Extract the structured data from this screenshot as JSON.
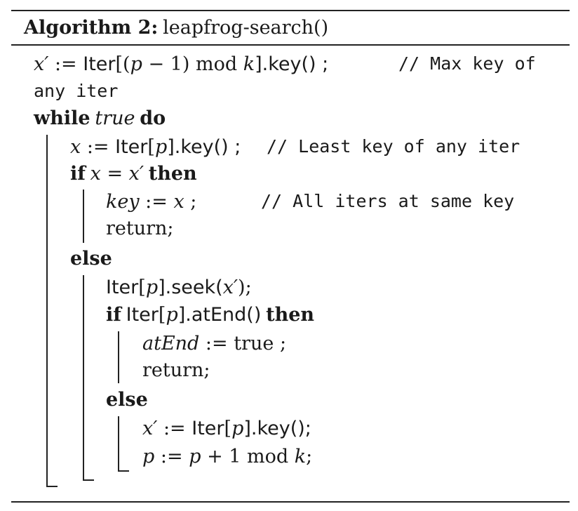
{
  "algorithm": {
    "label": "Algorithm 2:",
    "name": "leapfrog-search()"
  },
  "lines": {
    "l1_code": {
      "x": "x′",
      "assign": " := ",
      "iter": "Iter",
      "b1": "[(",
      "p": "p",
      "rest1": " − 1)  mod ",
      "k": "k",
      "rest2": "].key() ;"
    },
    "l1_comment": "// Max key of",
    "l2_comment": "any iter",
    "l3": {
      "while": "while",
      "true": "true",
      "do": "do"
    },
    "l4_code": {
      "x": "x",
      "assign": " := ",
      "iter": "Iter",
      "b1": "[",
      "p": "p",
      "rest": "].key() ;"
    },
    "l4_comment": "// Least key of any iter",
    "l5": {
      "if": "if",
      "cond_x": "x",
      "eq": " = ",
      "cond_x2": "x′",
      "then": "then"
    },
    "l6_code": {
      "key": "key",
      "assign": " := ",
      "x": "x",
      "semi": " ;"
    },
    "l6_comment": "// All iters at same key",
    "l7": "return;",
    "l8": "else",
    "l9": {
      "iter": "Iter",
      "b1": "[",
      "p": "p",
      "mid": "].seek(",
      "x": "x′",
      "end": ");"
    },
    "l10": {
      "if": "if",
      "iter": "Iter",
      "b1": "[",
      "p": "p",
      "mid": "].atEnd()",
      "then": "then"
    },
    "l11": {
      "atEnd": "atEnd",
      "assign": " := ",
      "val": "true",
      "semi": " ;"
    },
    "l12": "return;",
    "l13": "else",
    "l14": {
      "x": "x′",
      "assign": " := ",
      "iter": "Iter",
      "b1": "[",
      "p": "p",
      "rest": "].key();"
    },
    "l15": {
      "p": "p",
      "assign": " := ",
      "p2": "p",
      "plus": " + 1  mod ",
      "k": "k",
      "semi": ";"
    }
  }
}
